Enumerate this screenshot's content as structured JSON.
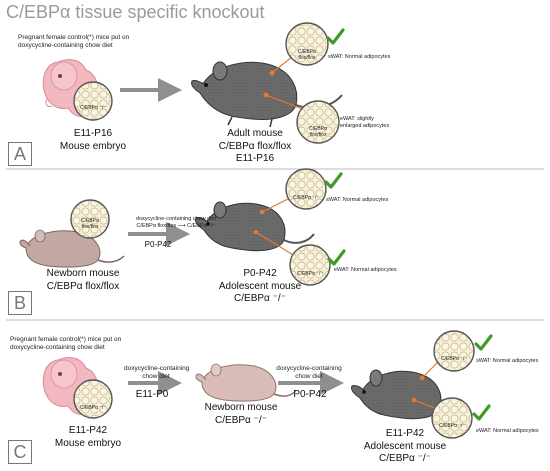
{
  "title": "C/EBPα tissue specific knockout",
  "colors": {
    "mouse_adult": "#666666",
    "embryo": "#f2b8c0",
    "newborn": "#c2a7a2",
    "arrow": "#8f8f8f",
    "check": "#3f9a2a",
    "depot": "#e8782f",
    "rule": "#bdbdbd"
  },
  "panelA": {
    "letter": "A",
    "diet_note": [
      "Pregnant female control(*) mice put on",
      "doxycycline-containing chow diet"
    ],
    "embryo_label": [
      "E11-P16",
      "Mouse embryo"
    ],
    "embryo_circle": [
      "C/EBPα ⁻/⁻"
    ],
    "adult_label": [
      "Adult mouse",
      "C/EBPα flox/flox",
      "E11-P16"
    ],
    "swat_circle": [
      "C/EBPα",
      "flox/flox"
    ],
    "swat_text": "sWAT: Normal adipocytes",
    "ewat_circle": [
      "C/EBPα",
      "flox/flox"
    ],
    "ewat_text": [
      "eWAT: slightly",
      "enlarged adipocytes"
    ]
  },
  "panelB": {
    "letter": "B",
    "newborn_circle": [
      "C/EBPα",
      "flox/flox"
    ],
    "newborn_label": [
      "Newborn mouse",
      "C/EBPα flox/flox"
    ],
    "arrow_note": [
      "doxycycline-containing chow diet",
      "C/EBPα flox/flox ⟶ C/EBPα ⁻/⁻"
    ],
    "arrow_label": "P0-P42",
    "adolescent_label": [
      "P0-P42",
      "Adolescent mouse",
      "C/EBPα ⁻/⁻"
    ],
    "swat_circle": [
      "C/EBPα ⁻/⁻"
    ],
    "swat_text": "sWAT: Normal adipocytes",
    "ewat_circle": [
      "C/EBPα ⁻/⁻"
    ],
    "ewat_text": "eWAT: Normal adipocytes"
  },
  "panelC": {
    "letter": "C",
    "diet_note": [
      "Pregnant female control(*) mice put on",
      "doxycycline-containing chow diet"
    ],
    "embryo_circle": [
      "C/EBPα ⁻/⁻"
    ],
    "embryo_label": [
      "E11-P42",
      "Mouse embryo"
    ],
    "arrow1_note": [
      "doxycycline-containing",
      "chow diet"
    ],
    "arrow1_label": "E11-P0",
    "newborn_label": [
      "Newborn mouse",
      "C/EBPα ⁻/⁻"
    ],
    "arrow2_note": [
      "doxycycline-containing",
      "chow diet"
    ],
    "arrow2_label": "P0-P42",
    "adolescent_label": [
      "E11-P42",
      "Adolescent mouse",
      "C/EBPα ⁻/⁻"
    ],
    "swat_circle": [
      "C/EBPα ⁻/⁻"
    ],
    "swat_text": "sWAT: Normal adipocytes",
    "ewat_circle": [
      "C/EBPα ⁻/⁻"
    ],
    "ewat_text": "eWAT: Normal adipocytes"
  }
}
